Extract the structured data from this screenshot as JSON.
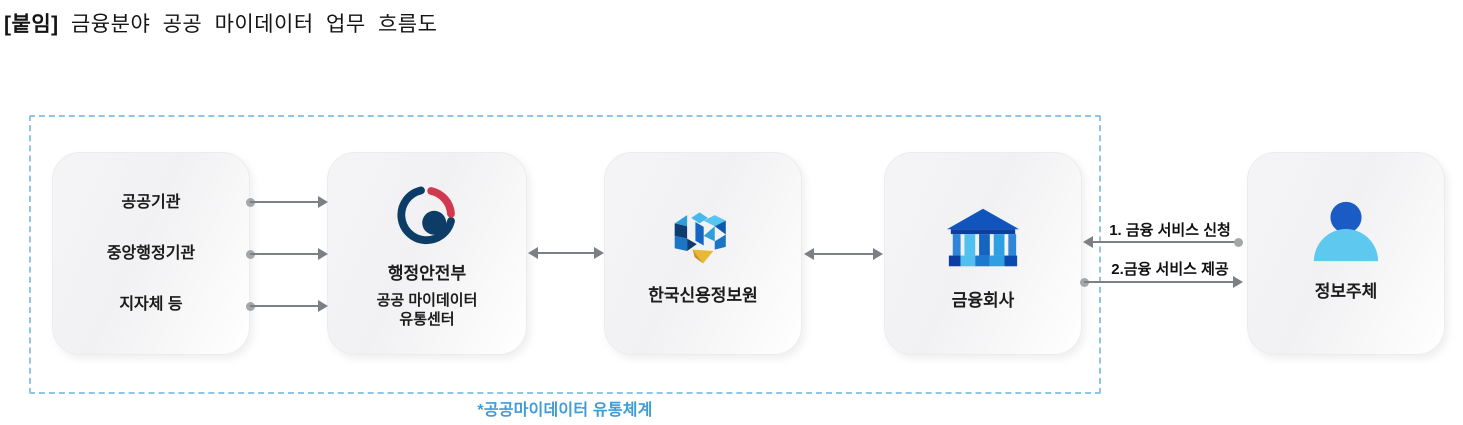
{
  "title": {
    "tag": "[붙임]",
    "text": "금융분야 공공 마이데이터 업무 흐름도"
  },
  "region": {
    "caption": "*공공마이데이터 유통체계"
  },
  "sources": {
    "items": [
      "공공기관",
      "중앙행정기관",
      "지자체 등"
    ]
  },
  "nodes": {
    "mois": {
      "title": "행정안전부",
      "subtitle_line1": "공공 마이데이터",
      "subtitle_line2": "유통센터"
    },
    "kcis": {
      "title": "한국신용정보원"
    },
    "finance": {
      "title": "금융회사"
    },
    "subject": {
      "title": "정보주체"
    }
  },
  "flows": {
    "request_label": "1. 금융 서비스 신청",
    "provide_label": "2.금융 서비스 제공"
  },
  "icons": {
    "mois": "korea-government-emblem-icon",
    "kcis": "kcis-logo-icon",
    "finance": "bank-building-icon",
    "subject": "person-icon"
  },
  "colors": {
    "dashed_border": "#90C5E8",
    "caption_text": "#3E9CD6",
    "arrow": "#7C8084",
    "arrow_dot": "#A4A7AA",
    "label_text": "#1B1B1B",
    "emblem_navy": "#0D3D66",
    "emblem_red": "#D13A4E",
    "brand_blue": "#1565C0",
    "brand_skyblue": "#4FC0F0",
    "brand_gold": "#E8B935"
  }
}
